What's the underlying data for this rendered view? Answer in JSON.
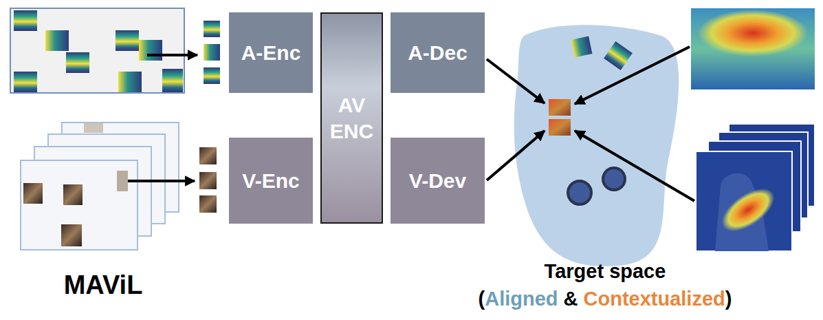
{
  "diagram": {
    "nodes": [
      {
        "text": [
          "A-Enc"
        ]
      },
      {
        "text": [
          "V-Enc"
        ]
      },
      {
        "text": [
          "AV ENC"
        ]
      },
      {
        "text": [
          "A-Dec"
        ]
      },
      {
        "text": [
          "V-Dev"
        ]
      }
    ],
    "labels": [
      "MAViL",
      "Target space",
      "(",
      "Aligned",
      "&",
      "Contextualized",
      ")"
    ]
  }
}
